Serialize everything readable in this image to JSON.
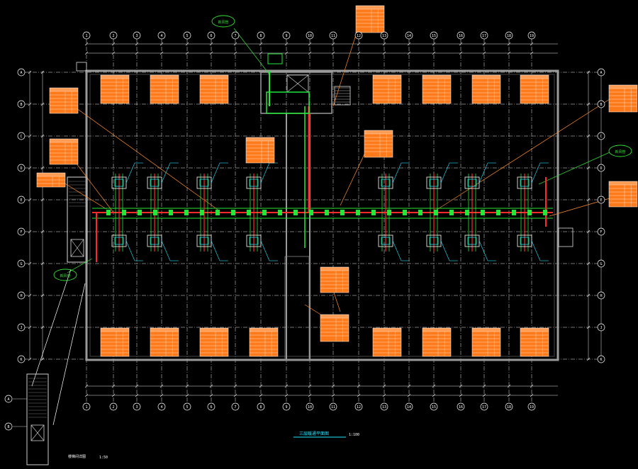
{
  "drawing": {
    "title": "三层暖通平面图",
    "scale": "1:100",
    "side_title_1": "楼梯间详图",
    "side_title_2": "1:50"
  },
  "grid": {
    "columns_top": [
      "1",
      "2",
      "3",
      "4",
      "5",
      "6",
      "7",
      "8",
      "9",
      "10",
      "11",
      "12",
      "13",
      "14",
      "15",
      "16",
      "17",
      "18",
      "19"
    ],
    "columns_bottom": [
      "1",
      "2",
      "3",
      "4",
      "5",
      "6",
      "7",
      "8",
      "9",
      "10",
      "11",
      "12",
      "13",
      "14",
      "15",
      "16",
      "17",
      "18",
      "19"
    ],
    "rows": [
      "A",
      "B",
      "C",
      "D",
      "E",
      "F",
      "G",
      "H",
      "J",
      "K"
    ]
  },
  "colors": {
    "background": "#000000",
    "wall": "#9a9a9a",
    "grid": "#e6e6e6",
    "pipe_red": "#ff2a2a",
    "pipe_green": "#23e83a",
    "equipment_cyan": "#22e4ff",
    "table_orange": "#ff7a1a",
    "leader_orange": "#ff8c2a",
    "callout_green": "#35e035"
  },
  "callouts": {
    "top": "新风管",
    "right": "新风管",
    "left": "新风管"
  }
}
